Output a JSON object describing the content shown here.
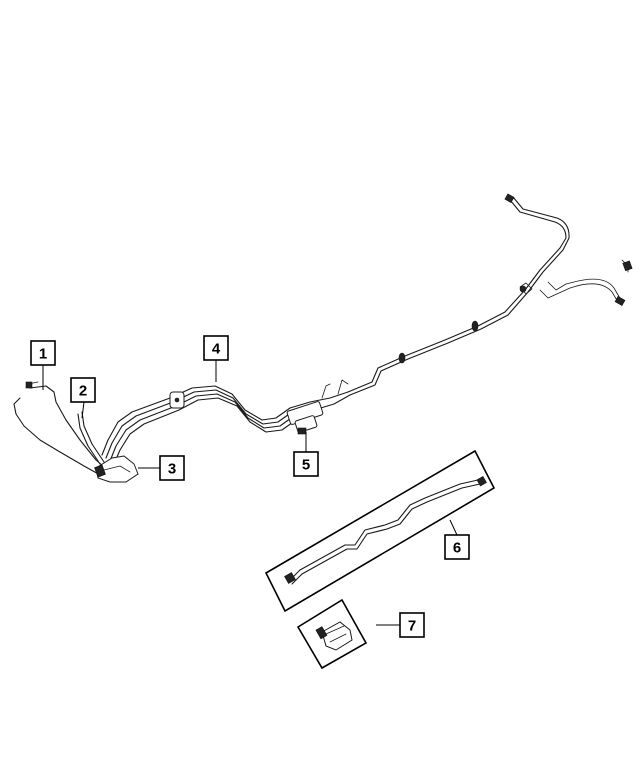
{
  "callouts": [
    {
      "id": "callout-1",
      "label": "1"
    },
    {
      "id": "callout-2",
      "label": "2"
    },
    {
      "id": "callout-3",
      "label": "3"
    },
    {
      "id": "callout-4",
      "label": "4"
    },
    {
      "id": "callout-5",
      "label": "5"
    },
    {
      "id": "callout-6",
      "label": "6"
    },
    {
      "id": "callout-7",
      "label": "7"
    }
  ],
  "colors": {
    "line": "#1a1a1a",
    "background": "#ffffff"
  }
}
